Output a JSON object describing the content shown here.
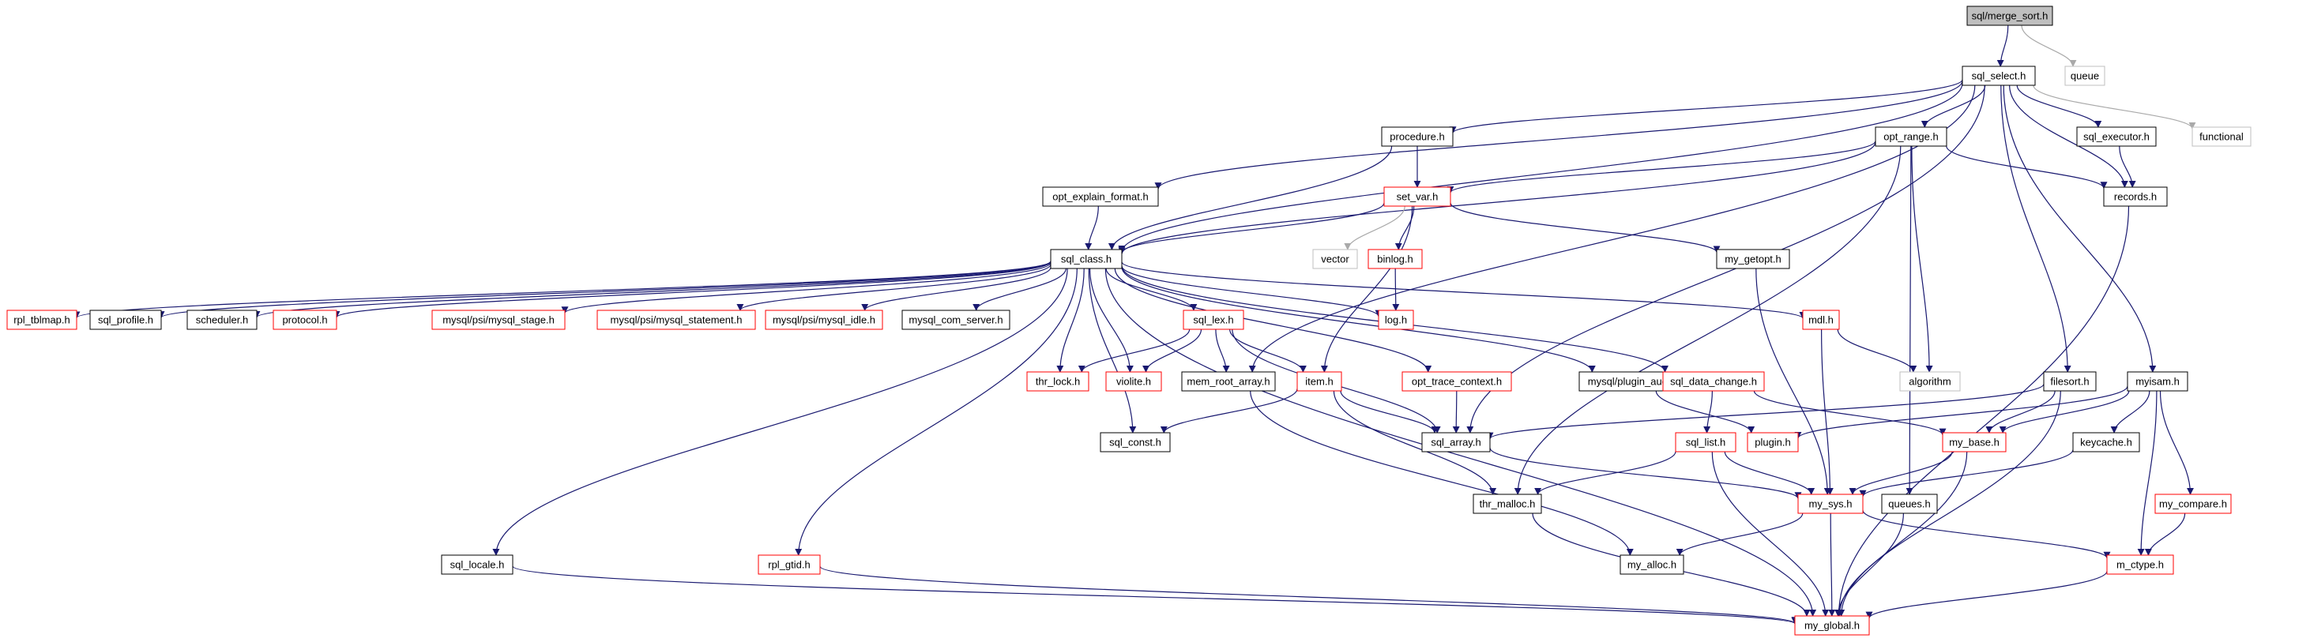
{
  "colors": {
    "edge": "#191970",
    "edge_light": "#a9a9a9",
    "border_black": "#000000",
    "border_red": "#ff0000",
    "border_gray": "#bfbfbf",
    "root_fill": "#bfbfbf",
    "fill": "#ffffff"
  },
  "nodes": [
    {
      "id": "merge_sort",
      "label": "sql/merge_sort.h",
      "style": "root"
    },
    {
      "id": "queue",
      "label": "queue",
      "style": "gray"
    },
    {
      "id": "sql_select",
      "label": "sql_select.h",
      "style": "black"
    },
    {
      "id": "procedure",
      "label": "procedure.h",
      "style": "black"
    },
    {
      "id": "opt_range",
      "label": "opt_range.h",
      "style": "black"
    },
    {
      "id": "sql_executor",
      "label": "sql_executor.h",
      "style": "black"
    },
    {
      "id": "functional",
      "label": "functional",
      "style": "gray"
    },
    {
      "id": "opt_explain_format",
      "label": "opt_explain_format.h",
      "style": "black"
    },
    {
      "id": "set_var",
      "label": "set_var.h",
      "style": "red"
    },
    {
      "id": "records",
      "label": "records.h",
      "style": "black"
    },
    {
      "id": "sql_class",
      "label": "sql_class.h",
      "style": "black"
    },
    {
      "id": "vector",
      "label": "vector",
      "style": "gray"
    },
    {
      "id": "binlog",
      "label": "binlog.h",
      "style": "red"
    },
    {
      "id": "my_getopt",
      "label": "my_getopt.h",
      "style": "black"
    },
    {
      "id": "rpl_tblmap",
      "label": "rpl_tblmap.h",
      "style": "red"
    },
    {
      "id": "sql_profile",
      "label": "sql_profile.h",
      "style": "black"
    },
    {
      "id": "scheduler",
      "label": "scheduler.h",
      "style": "black"
    },
    {
      "id": "protocol",
      "label": "protocol.h",
      "style": "red"
    },
    {
      "id": "psi_stage",
      "label": "mysql/psi/mysql_stage.h",
      "style": "red"
    },
    {
      "id": "psi_statement",
      "label": "mysql/psi/mysql_statement.h",
      "style": "red"
    },
    {
      "id": "psi_idle",
      "label": "mysql/psi/mysql_idle.h",
      "style": "red"
    },
    {
      "id": "com_server",
      "label": "mysql_com_server.h",
      "style": "black"
    },
    {
      "id": "sql_lex",
      "label": "sql_lex.h",
      "style": "red"
    },
    {
      "id": "log",
      "label": "log.h",
      "style": "red"
    },
    {
      "id": "mdl",
      "label": "mdl.h",
      "style": "red"
    },
    {
      "id": "thr_lock",
      "label": "thr_lock.h",
      "style": "red"
    },
    {
      "id": "violite",
      "label": "violite.h",
      "style": "red"
    },
    {
      "id": "mem_root_array",
      "label": "mem_root_array.h",
      "style": "black"
    },
    {
      "id": "item",
      "label": "item.h",
      "style": "red"
    },
    {
      "id": "opt_trace_context",
      "label": "opt_trace_context.h",
      "style": "red"
    },
    {
      "id": "plugin_audit",
      "label": "mysql/plugin_audit.h",
      "style": "black"
    },
    {
      "id": "sql_data_change",
      "label": "sql_data_change.h",
      "style": "red"
    },
    {
      "id": "algorithm",
      "label": "algorithm",
      "style": "gray"
    },
    {
      "id": "filesort",
      "label": "filesort.h",
      "style": "black"
    },
    {
      "id": "myisam",
      "label": "myisam.h",
      "style": "black"
    },
    {
      "id": "sql_const",
      "label": "sql_const.h",
      "style": "black"
    },
    {
      "id": "sql_array",
      "label": "sql_array.h",
      "style": "black"
    },
    {
      "id": "sql_list",
      "label": "sql_list.h",
      "style": "red"
    },
    {
      "id": "plugin",
      "label": "plugin.h",
      "style": "red"
    },
    {
      "id": "my_base",
      "label": "my_base.h",
      "style": "red"
    },
    {
      "id": "keycache",
      "label": "keycache.h",
      "style": "black"
    },
    {
      "id": "thr_malloc",
      "label": "thr_malloc.h",
      "style": "black"
    },
    {
      "id": "my_sys",
      "label": "my_sys.h",
      "style": "red"
    },
    {
      "id": "queues",
      "label": "queues.h",
      "style": "black"
    },
    {
      "id": "my_compare",
      "label": "my_compare.h",
      "style": "red"
    },
    {
      "id": "sql_locale",
      "label": "sql_locale.h",
      "style": "black"
    },
    {
      "id": "rpl_gtid",
      "label": "rpl_gtid.h",
      "style": "red"
    },
    {
      "id": "my_alloc",
      "label": "my_alloc.h",
      "style": "black"
    },
    {
      "id": "m_ctype",
      "label": "m_ctype.h",
      "style": "red"
    },
    {
      "id": "my_global",
      "label": "my_global.h",
      "style": "red"
    }
  ],
  "edges": [
    [
      "merge_sort",
      "sql_select"
    ],
    [
      "merge_sort",
      "queue",
      "light"
    ],
    [
      "sql_select",
      "procedure"
    ],
    [
      "sql_select",
      "opt_range"
    ],
    [
      "sql_select",
      "sql_executor"
    ],
    [
      "sql_select",
      "functional",
      "light"
    ],
    [
      "sql_select",
      "opt_explain_format"
    ],
    [
      "sql_select",
      "records"
    ],
    [
      "sql_select",
      "mem_root_array"
    ],
    [
      "sql_select",
      "sql_array"
    ],
    [
      "sql_select",
      "filesort"
    ],
    [
      "sql_select",
      "myisam"
    ],
    [
      "sql_select",
      "sql_class"
    ],
    [
      "procedure",
      "set_var"
    ],
    [
      "procedure",
      "sql_class"
    ],
    [
      "opt_range",
      "set_var"
    ],
    [
      "opt_range",
      "records"
    ],
    [
      "opt_range",
      "sql_class"
    ],
    [
      "opt_range",
      "algorithm"
    ],
    [
      "opt_range",
      "thr_malloc"
    ],
    [
      "opt_range",
      "queues"
    ],
    [
      "sql_executor",
      "records"
    ],
    [
      "opt_explain_format",
      "sql_class"
    ],
    [
      "set_var",
      "sql_class"
    ],
    [
      "set_var",
      "vector",
      "light"
    ],
    [
      "set_var",
      "binlog"
    ],
    [
      "set_var",
      "my_getopt"
    ],
    [
      "set_var",
      "item"
    ],
    [
      "records",
      "my_global"
    ],
    [
      "binlog",
      "log"
    ],
    [
      "my_getopt",
      "my_sys"
    ],
    [
      "sql_class",
      "rpl_tblmap"
    ],
    [
      "sql_class",
      "sql_profile"
    ],
    [
      "sql_class",
      "scheduler"
    ],
    [
      "sql_class",
      "protocol"
    ],
    [
      "sql_class",
      "psi_stage"
    ],
    [
      "sql_class",
      "psi_statement"
    ],
    [
      "sql_class",
      "psi_idle"
    ],
    [
      "sql_class",
      "com_server"
    ],
    [
      "sql_class",
      "sql_lex"
    ],
    [
      "sql_class",
      "log"
    ],
    [
      "sql_class",
      "mdl"
    ],
    [
      "sql_class",
      "thr_lock"
    ],
    [
      "sql_class",
      "violite"
    ],
    [
      "sql_class",
      "opt_trace_context"
    ],
    [
      "sql_class",
      "plugin_audit"
    ],
    [
      "sql_class",
      "sql_data_change"
    ],
    [
      "sql_class",
      "sql_const"
    ],
    [
      "sql_class",
      "sql_locale"
    ],
    [
      "sql_class",
      "rpl_gtid"
    ],
    [
      "sql_class",
      "my_global"
    ],
    [
      "sql_lex",
      "thr_lock"
    ],
    [
      "sql_lex",
      "violite"
    ],
    [
      "sql_lex",
      "mem_root_array"
    ],
    [
      "sql_lex",
      "item"
    ],
    [
      "sql_lex",
      "sql_array"
    ],
    [
      "mdl",
      "algorithm"
    ],
    [
      "mdl",
      "my_sys"
    ],
    [
      "mem_root_array",
      "my_alloc"
    ],
    [
      "item",
      "sql_const"
    ],
    [
      "item",
      "sql_array"
    ],
    [
      "item",
      "thr_malloc"
    ],
    [
      "opt_trace_context",
      "sql_array"
    ],
    [
      "plugin_audit",
      "plugin"
    ],
    [
      "sql_data_change",
      "sql_list"
    ],
    [
      "sql_data_change",
      "my_base"
    ],
    [
      "filesort",
      "sql_array"
    ],
    [
      "filesort",
      "my_base"
    ],
    [
      "filesort",
      "my_global"
    ],
    [
      "myisam",
      "plugin"
    ],
    [
      "myisam",
      "my_base"
    ],
    [
      "myisam",
      "keycache"
    ],
    [
      "myisam",
      "my_compare"
    ],
    [
      "myisam",
      "m_ctype"
    ],
    [
      "sql_array",
      "my_sys"
    ],
    [
      "sql_list",
      "my_sys"
    ],
    [
      "sql_list",
      "thr_malloc"
    ],
    [
      "sql_list",
      "my_global"
    ],
    [
      "my_base",
      "my_sys"
    ],
    [
      "my_base",
      "my_global"
    ],
    [
      "keycache",
      "my_sys"
    ],
    [
      "thr_malloc",
      "my_global"
    ],
    [
      "my_sys",
      "my_alloc"
    ],
    [
      "my_sys",
      "m_ctype"
    ],
    [
      "my_sys",
      "my_global"
    ],
    [
      "queues",
      "my_global"
    ],
    [
      "my_compare",
      "m_ctype"
    ],
    [
      "sql_locale",
      "my_global"
    ],
    [
      "rpl_gtid",
      "my_global"
    ],
    [
      "m_ctype",
      "my_global"
    ]
  ]
}
